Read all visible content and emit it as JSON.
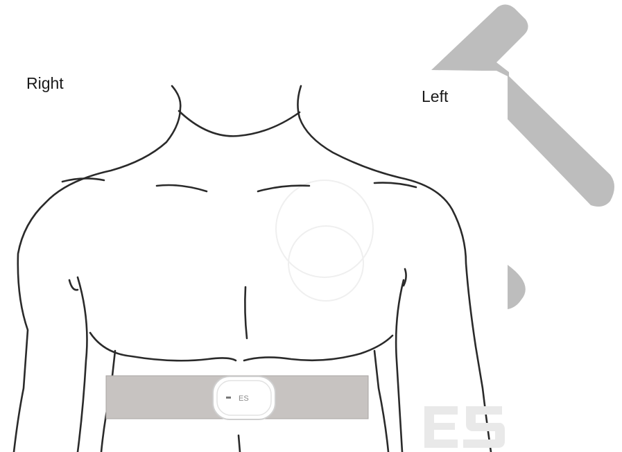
{
  "labels": {
    "right": "Right",
    "left": "Left"
  },
  "device": {
    "logo_text": "ES"
  },
  "colors": {
    "outline": "#2a2a2a",
    "strap": "#c7c3c1",
    "strap_border": "#a9a5a3",
    "device_body": "#ffffff",
    "accent_shape": "#bdbdbd",
    "watermark": "#e9e9e9"
  },
  "icons": {
    "electrode_lead": "grey-diagonal-lead",
    "device": "heart-monitor-device-icon",
    "watermark": "es-logo-watermark"
  }
}
